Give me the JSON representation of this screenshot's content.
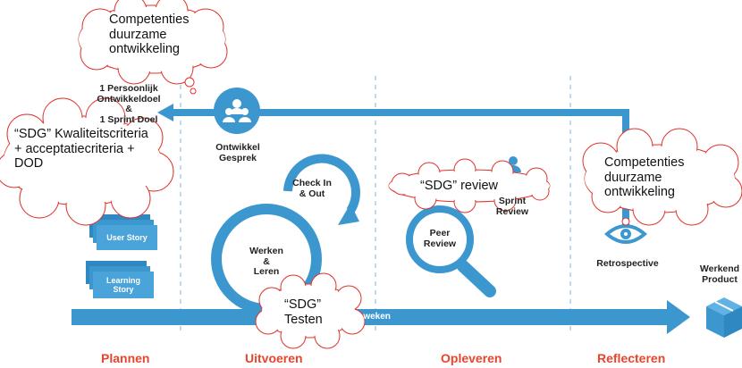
{
  "phases": [
    "Plannen",
    "Uitvoeren",
    "Opleveren",
    "Reflecteren"
  ],
  "clouds": {
    "competenties_top": "Competenties duurzame ontwikkeling",
    "competenties_right": "Competenties duurzame ontwikkeling",
    "sdg_kwaliteit": "“SDG” Kwaliteitscriteria + acceptatiecriteria + DOD",
    "sdg_review": "“SDG” review",
    "sdg_testen": "“SDG” Testen"
  },
  "labels": {
    "doel_line1": "1 Persoonlijk",
    "doel_line2": "Ontwikkeldoel",
    "doel_amp": "&",
    "doel_line3": "1 Sprint Doel",
    "ontwikkel_line1": "Ontwikkel",
    "ontwikkel_line2": "Gesprek",
    "checkin_line1": "Check In",
    "checkin_line2": "& Out",
    "werken_line1": "Werken",
    "werken_amp": "&",
    "werken_line2": "Leren",
    "peer_line1": "Peer",
    "peer_line2": "Review",
    "sprint_line1": "Sprint",
    "sprint_line2": "Review",
    "retrospective": "Retrospective",
    "werkend_line1": "Werkend",
    "werkend_line2": "Product",
    "user_story": "User Story",
    "learning_line1": "Learning",
    "learning_line2": "Story",
    "timeline": "2 weken"
  },
  "colors": {
    "blue": "#3d97cf",
    "phase_red": "#e8452c",
    "cloud_outline": "#e0332b"
  }
}
